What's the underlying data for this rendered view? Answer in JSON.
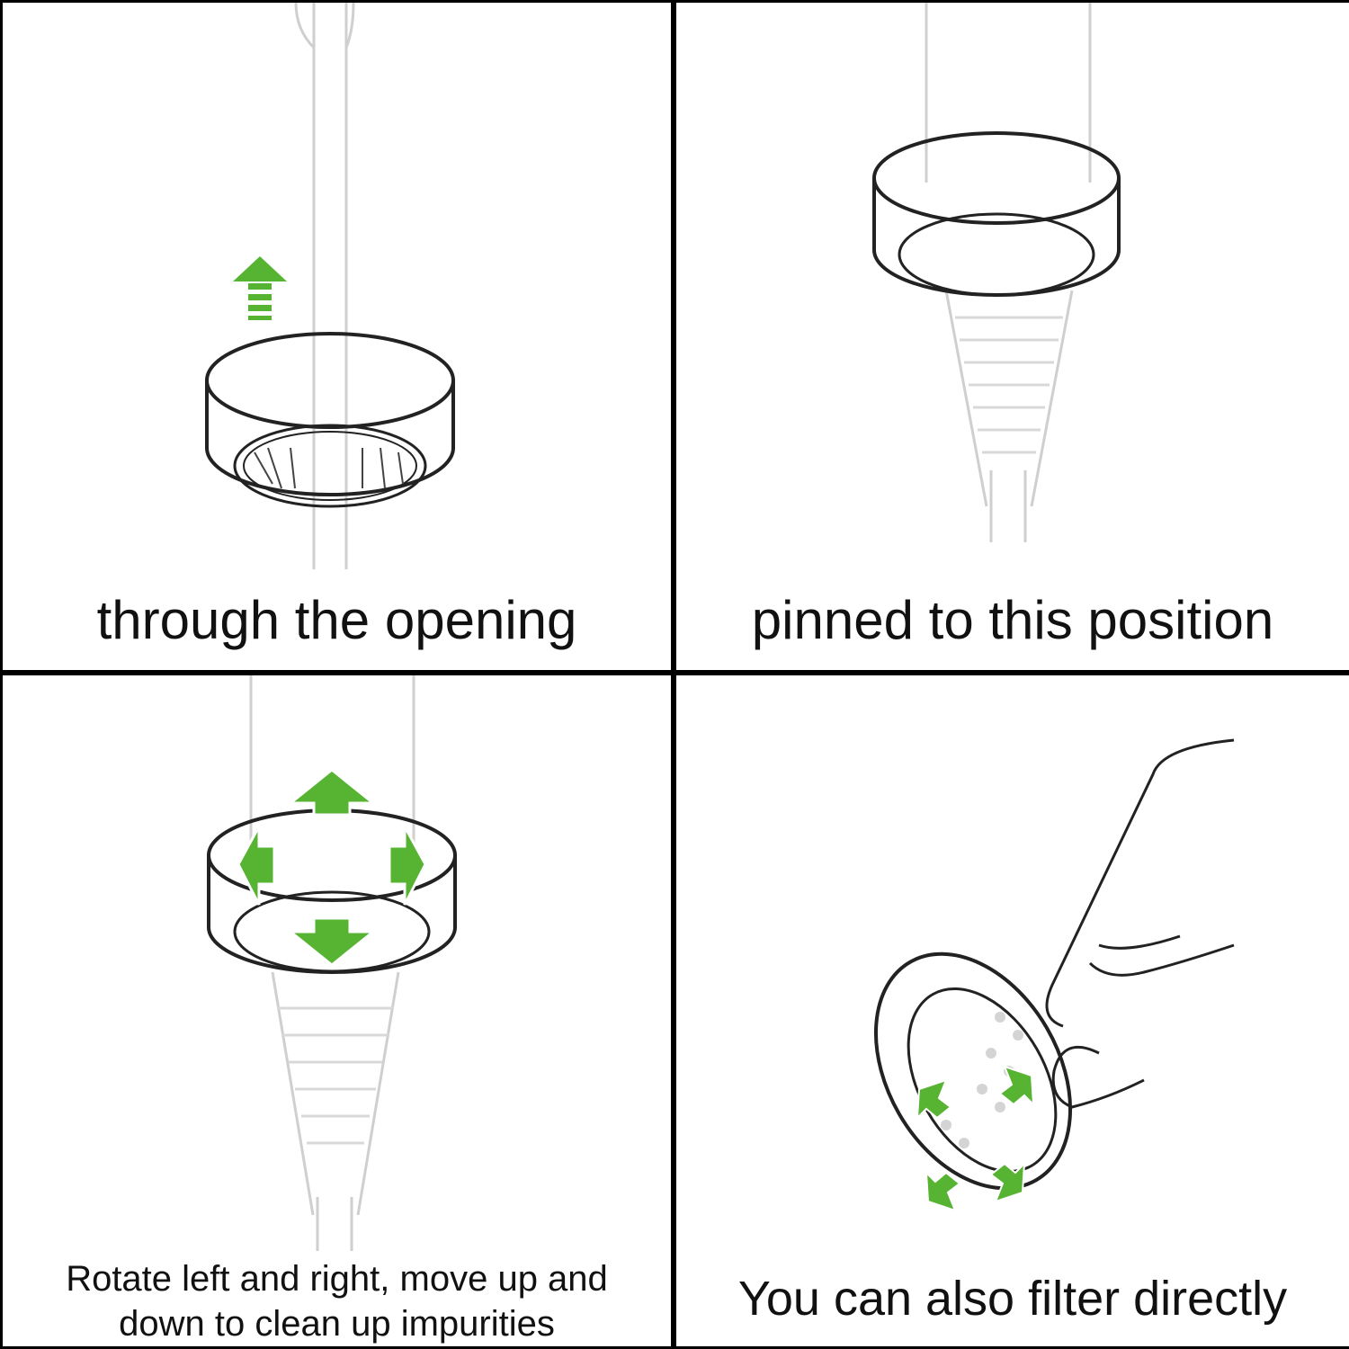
{
  "panels": [
    {
      "caption": "through the opening"
    },
    {
      "caption": "pinned to this position"
    },
    {
      "caption_line1": "Rotate left and right, move up and",
      "caption_line2": "down to clean up impurities"
    },
    {
      "caption": "You can also filter directly"
    }
  ],
  "colors": {
    "arrow": "#56b432",
    "line": "#222222",
    "faint": "#cfcfcf"
  }
}
